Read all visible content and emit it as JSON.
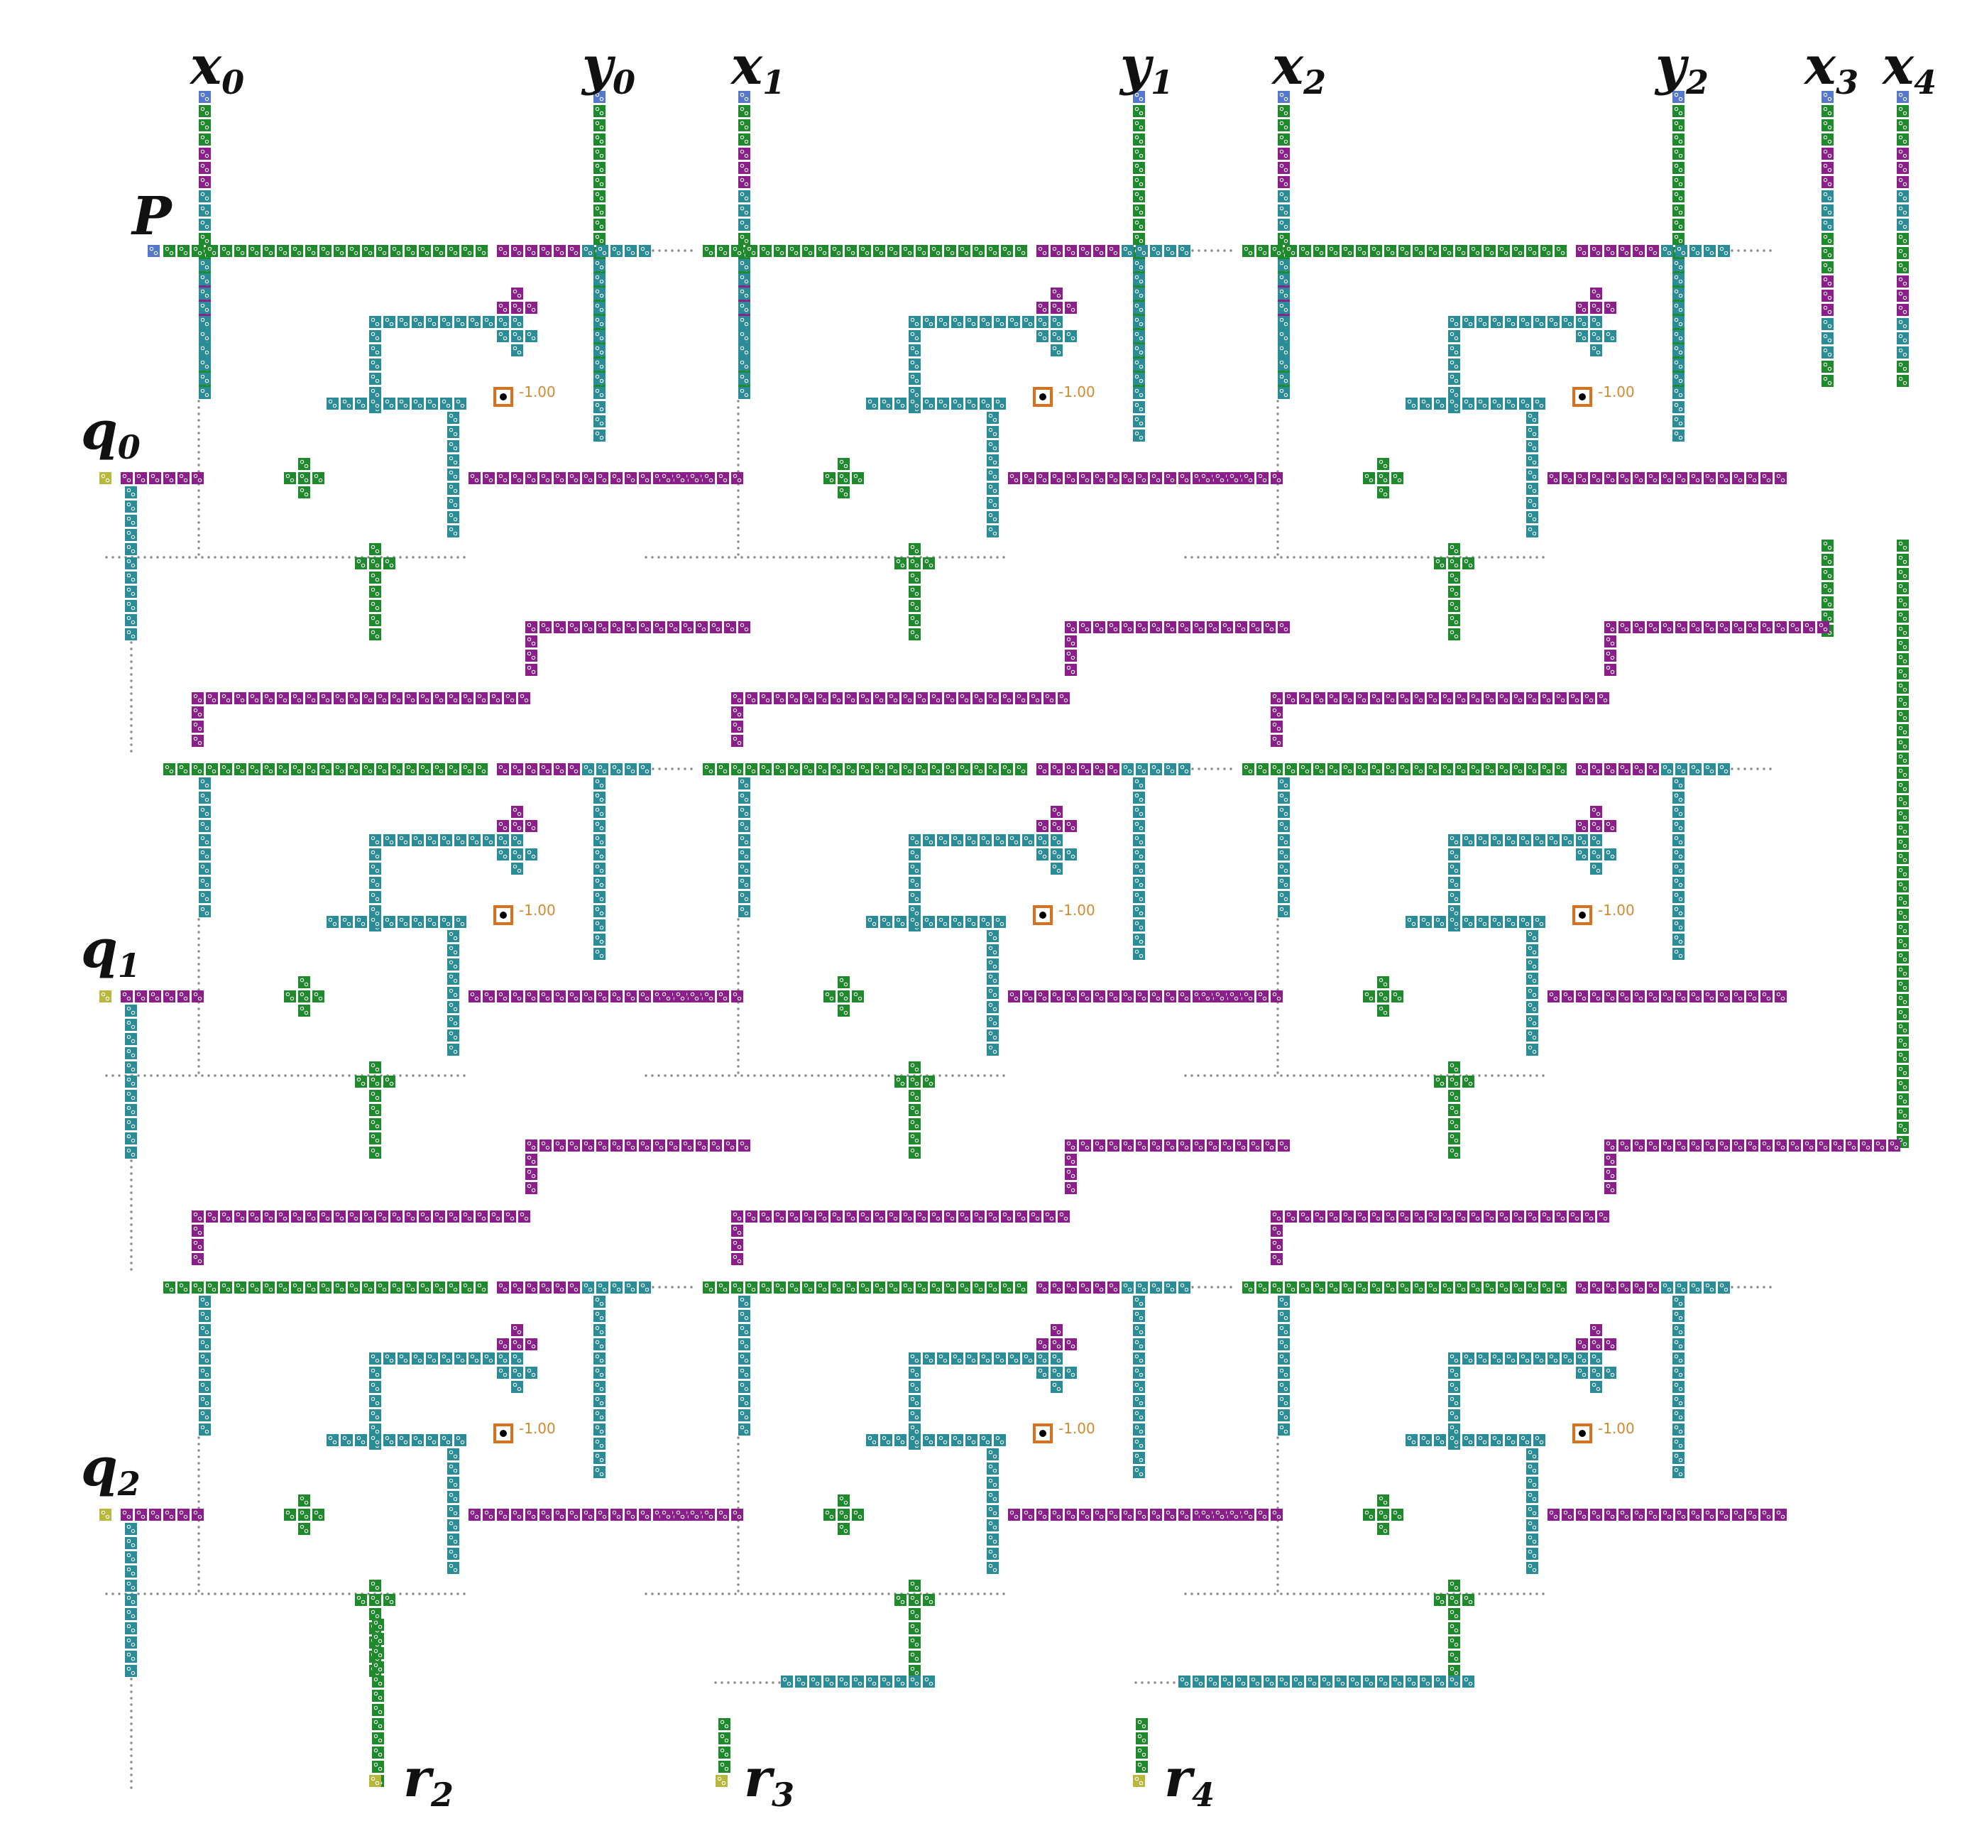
{
  "labels": {
    "x0": {
      "base": "x",
      "sub": "0"
    },
    "y0": {
      "base": "y",
      "sub": "0"
    },
    "x1": {
      "base": "x",
      "sub": "1"
    },
    "y1": {
      "base": "y",
      "sub": "1"
    },
    "x2": {
      "base": "x",
      "sub": "2"
    },
    "y2": {
      "base": "y",
      "sub": "2"
    },
    "x3": {
      "base": "x",
      "sub": "3"
    },
    "x4": {
      "base": "x",
      "sub": "4"
    },
    "P": {
      "base": "P",
      "sub": ""
    },
    "q0": {
      "base": "q",
      "sub": "0"
    },
    "q1": {
      "base": "q",
      "sub": "1"
    },
    "q2": {
      "base": "q",
      "sub": "2"
    },
    "r2": {
      "base": "r",
      "sub": "2"
    },
    "r3": {
      "base": "r",
      "sub": "3"
    },
    "r4": {
      "base": "r",
      "sub": "4"
    }
  },
  "bias_value": "-1.00",
  "colors": {
    "green": "#1e8a2c",
    "magenta": "#8c1e8c",
    "teal": "#2a8c96",
    "blue": "#5577cc",
    "yellow": "#b8b83c",
    "orange": "#d9701c",
    "dot": "#8a8a8a"
  }
}
